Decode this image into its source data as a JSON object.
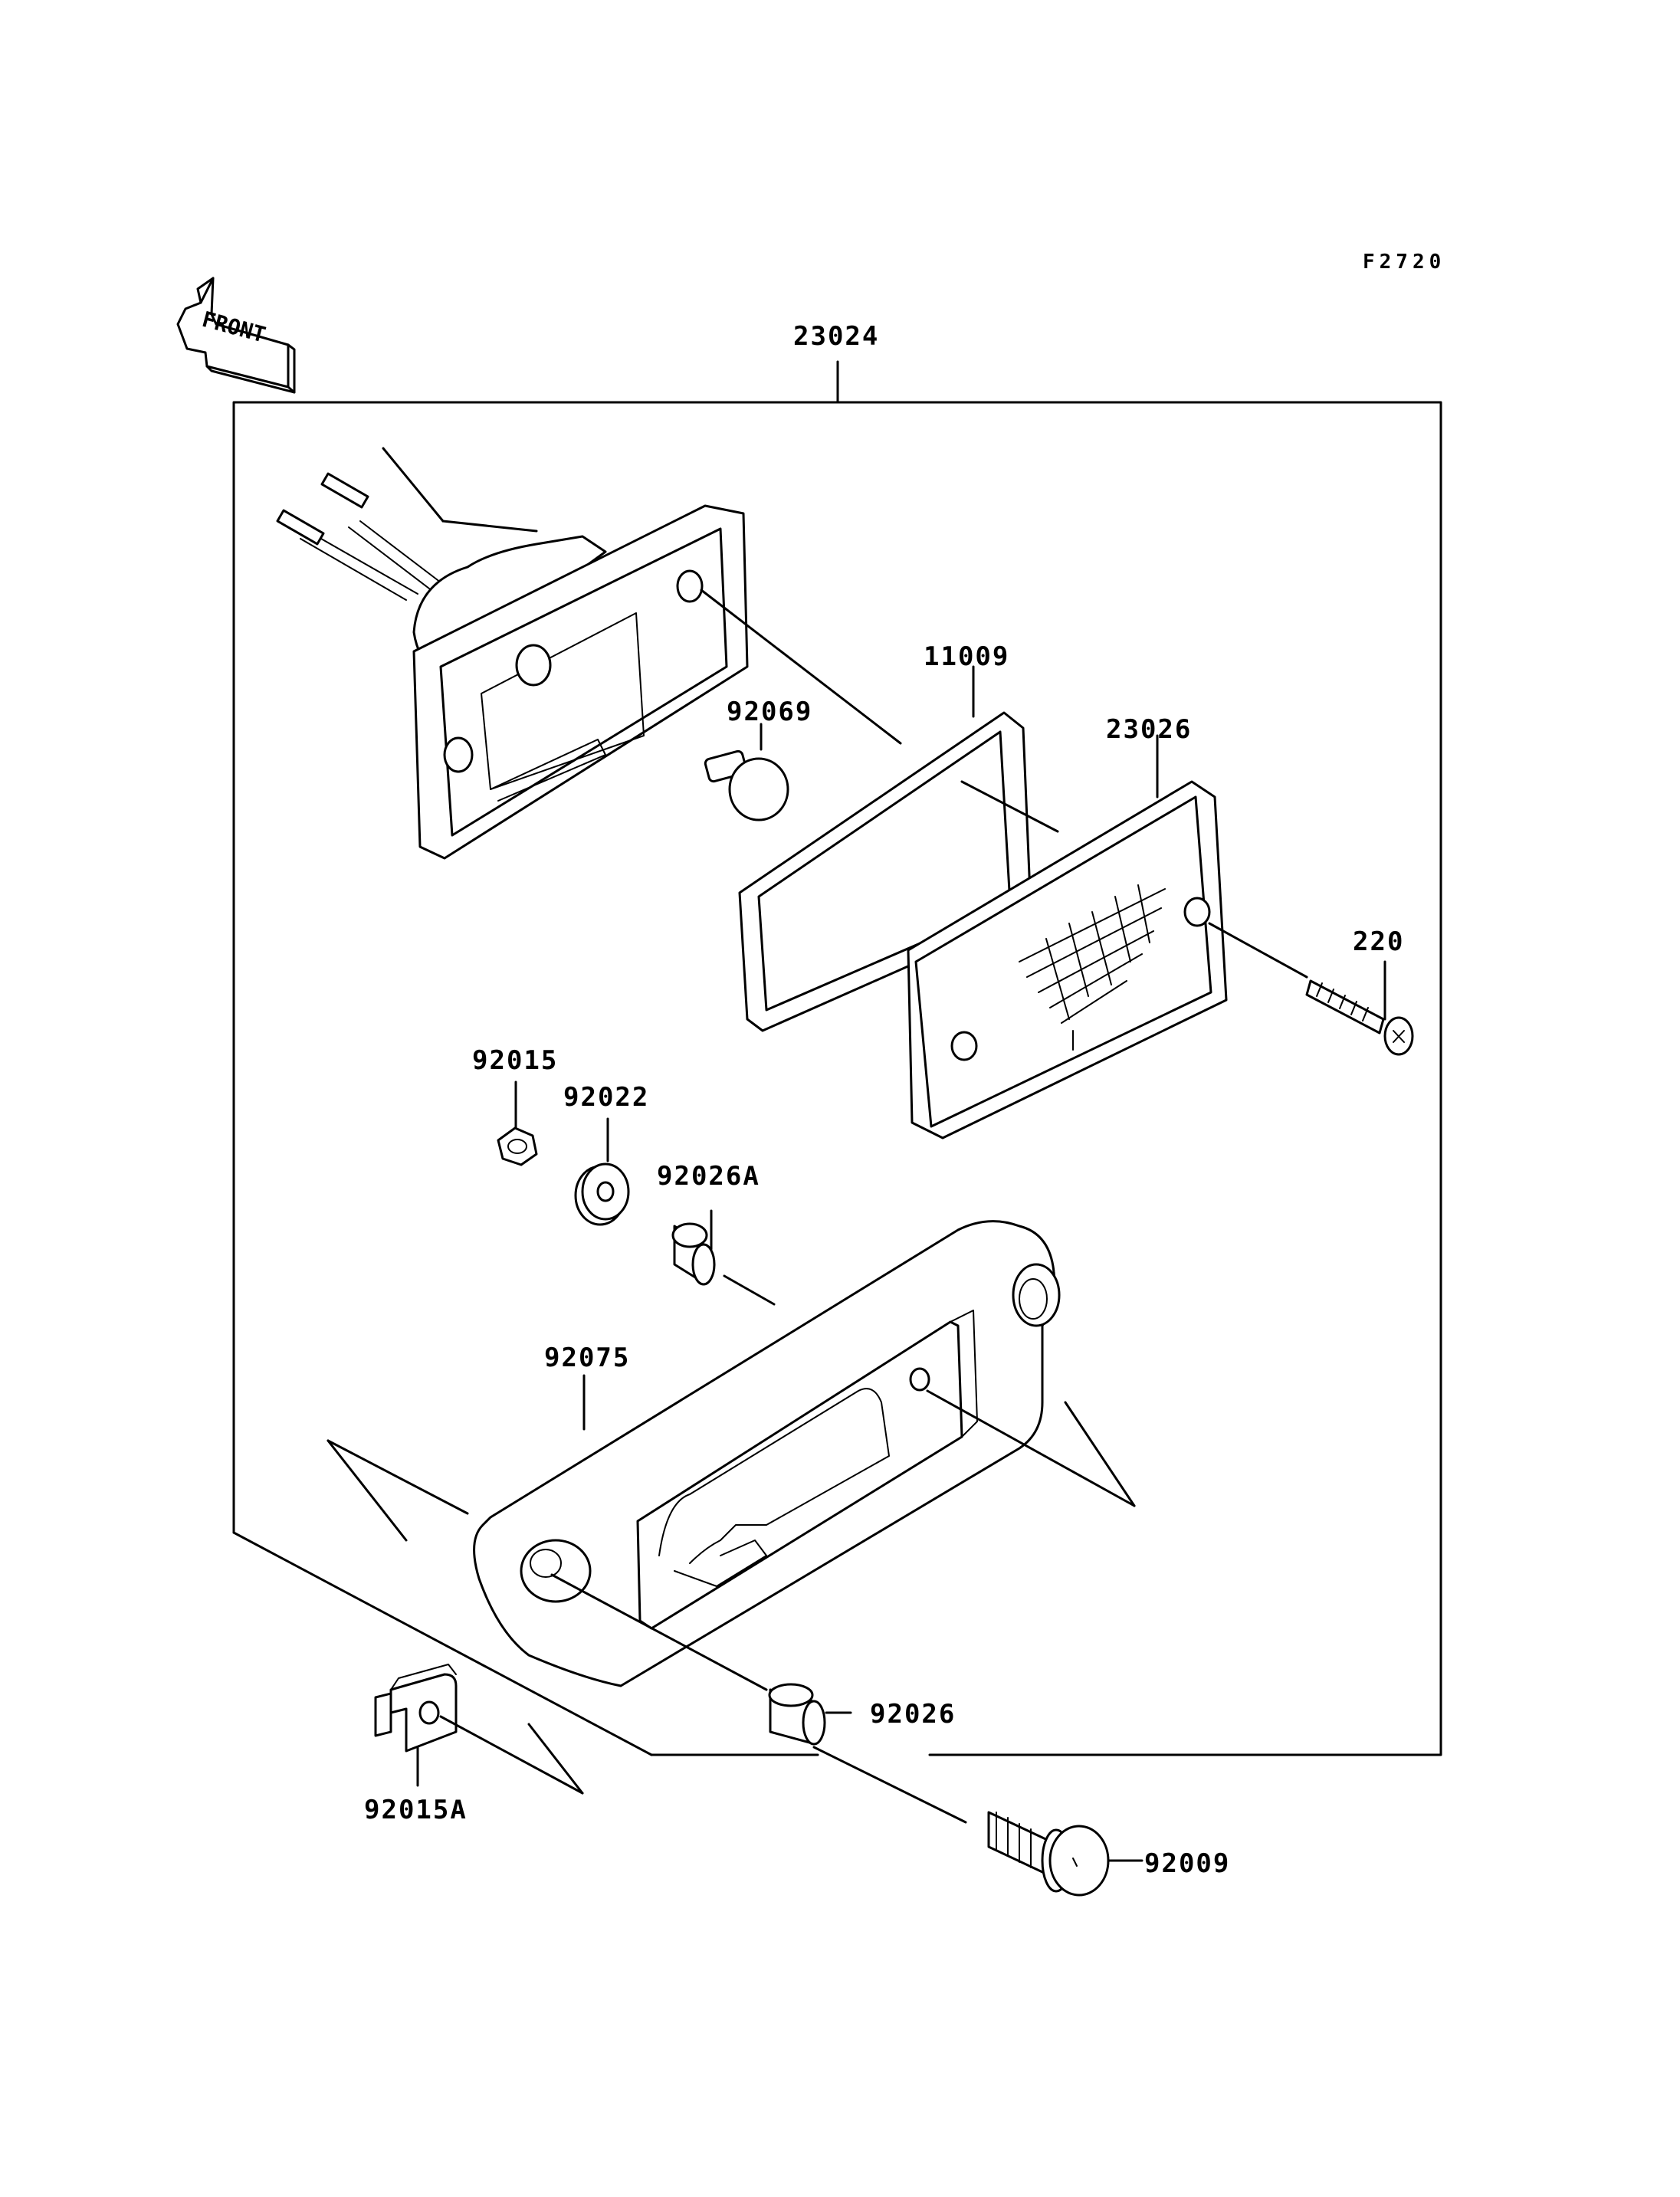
{
  "figure_code": "F2720",
  "direction_marker": "FRONT",
  "colors": {
    "ink": "#000000",
    "paper": "#ffffff"
  },
  "parts": {
    "p23024": "23024",
    "p11009": "11009",
    "p92069": "92069",
    "p23026": "23026",
    "p220": "220",
    "p92015": "92015",
    "p92022": "92022",
    "p92026A": "92026A",
    "p92075": "92075",
    "p92026": "92026",
    "p92015A": "92015A",
    "p92009": "92009"
  }
}
